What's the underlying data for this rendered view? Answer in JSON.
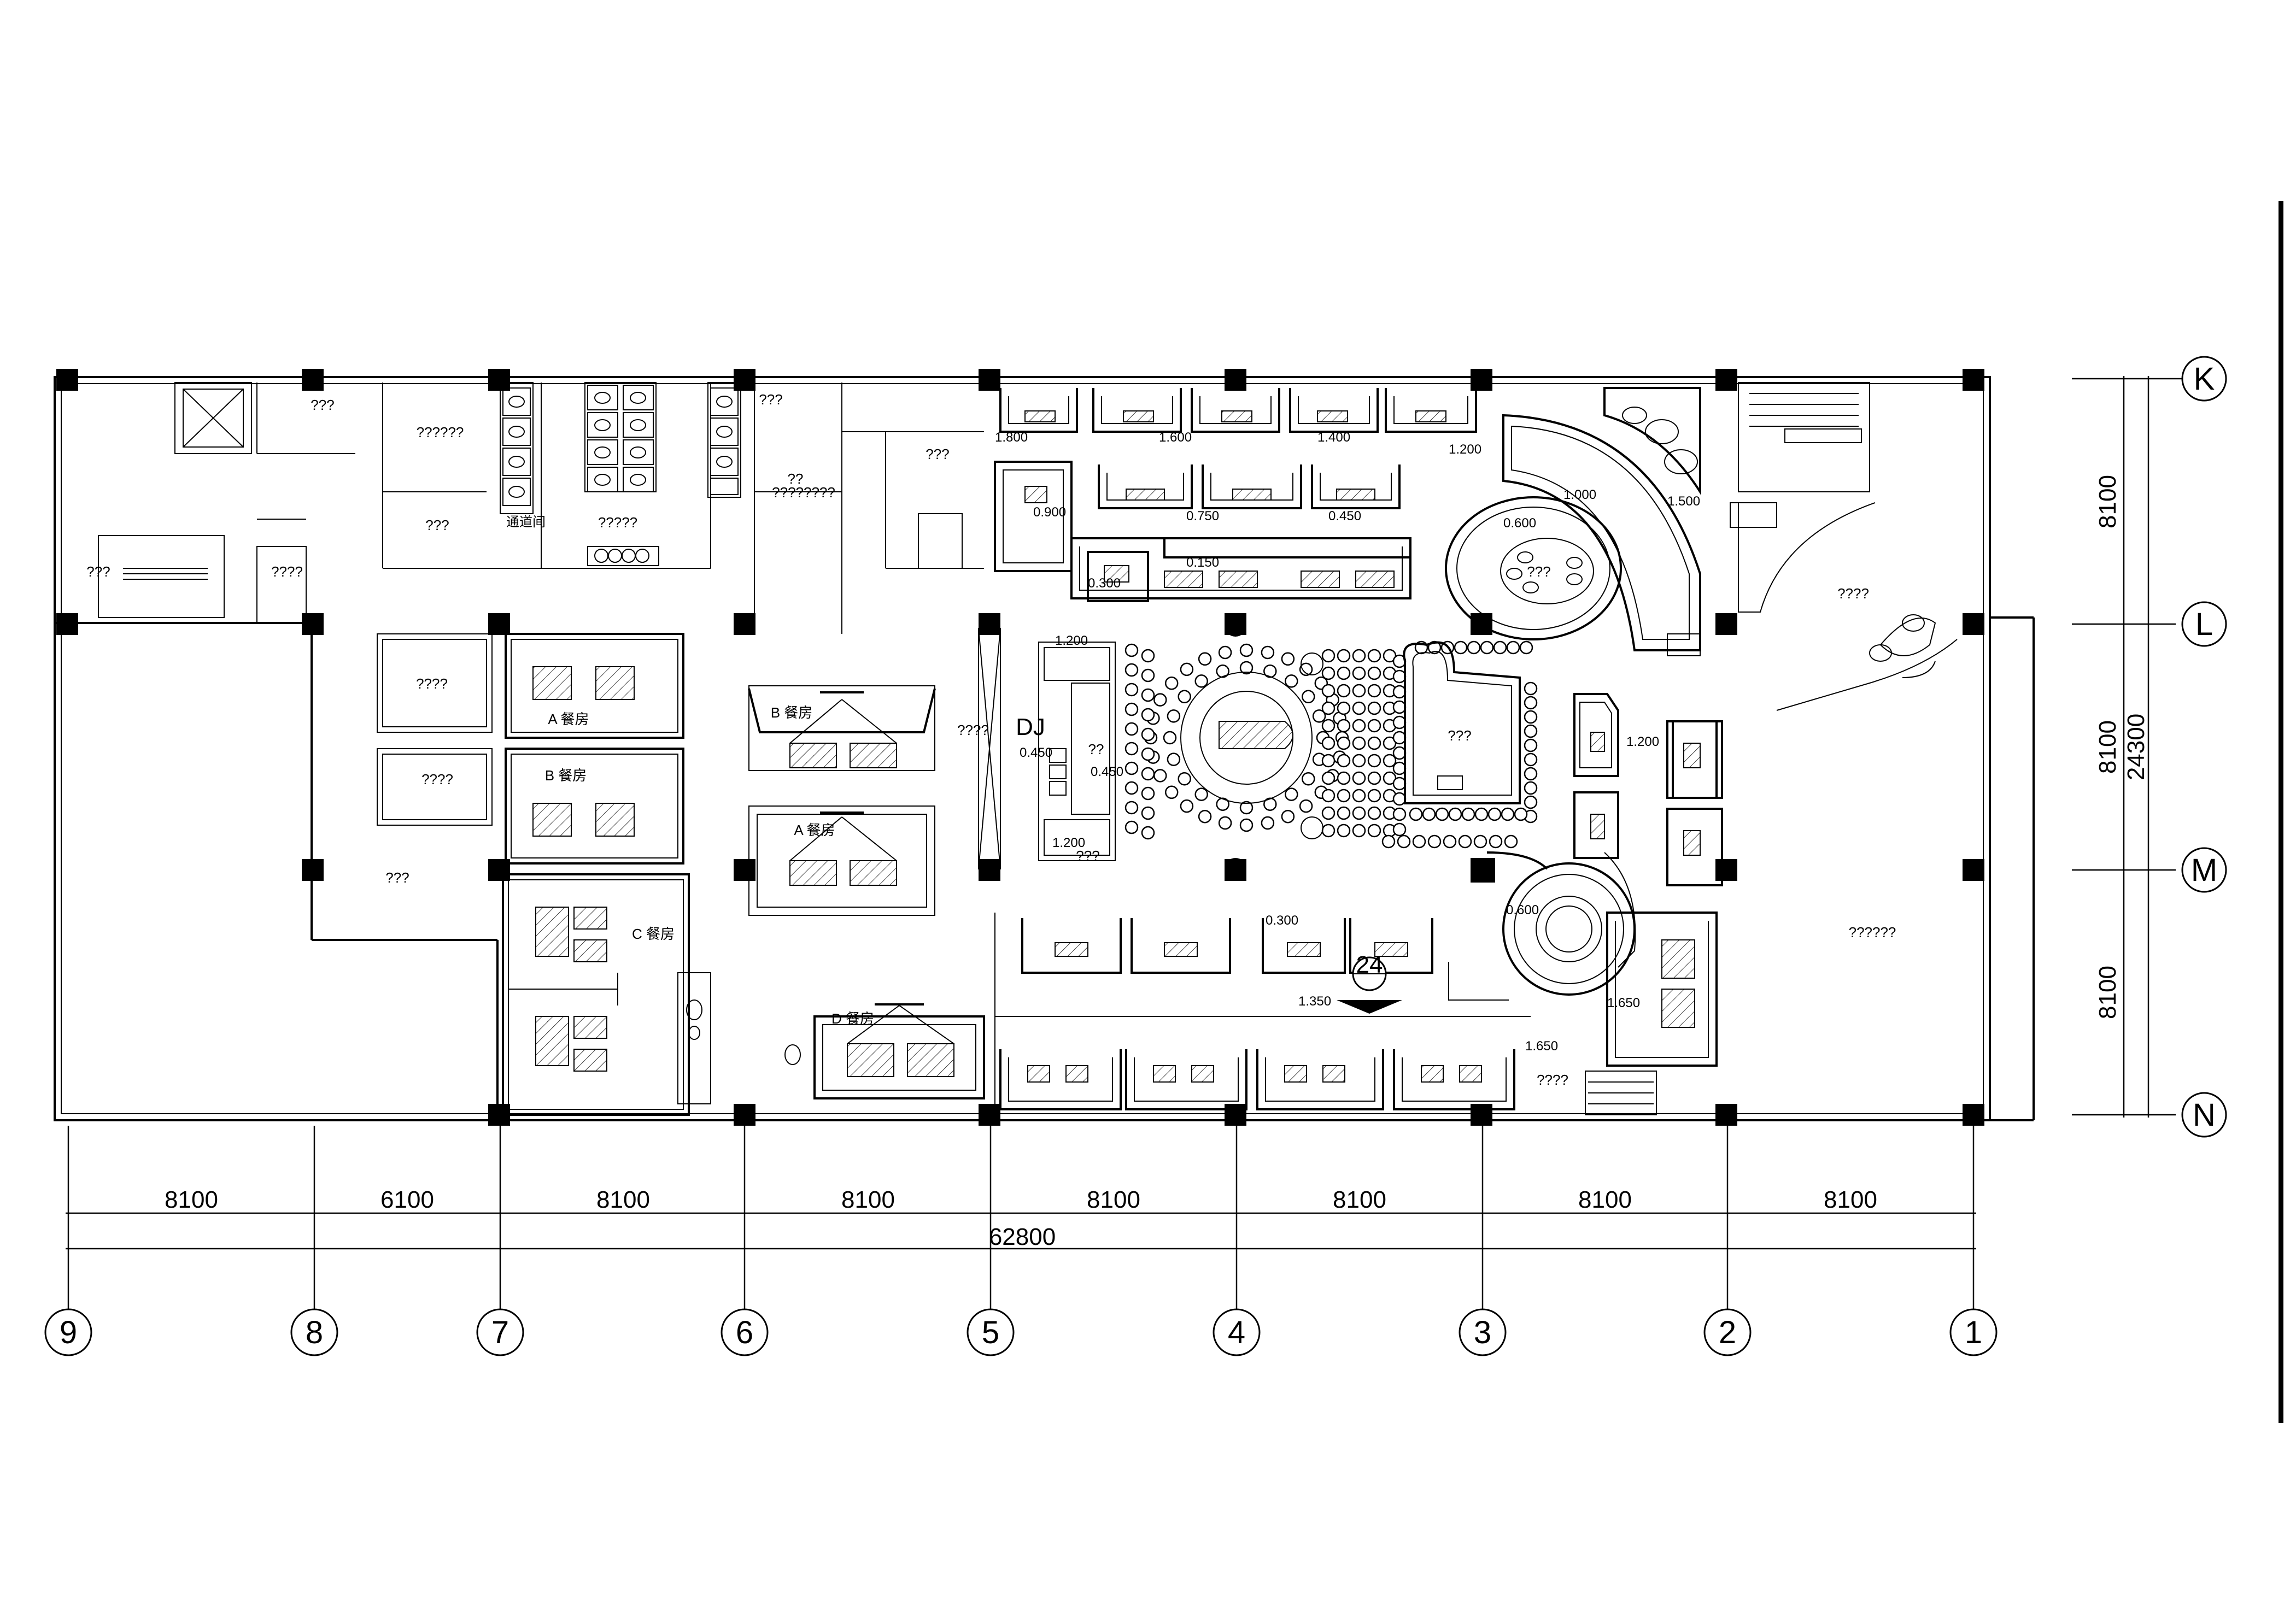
{
  "dimensions": {
    "bottom_spans": [
      "8100",
      "6100",
      "8100",
      "8100",
      "8100",
      "8100",
      "8100",
      "8100"
    ],
    "bottom_total": "62800",
    "right_spans": [
      "8100",
      "8100",
      "8100"
    ],
    "right_total": "24300"
  },
  "grid": {
    "columns": [
      "9",
      "8",
      "7",
      "6",
      "5",
      "4",
      "3",
      "2",
      "1"
    ],
    "rows": [
      "K",
      "L",
      "M",
      "N"
    ]
  },
  "rooms": [
    "???",
    "??????",
    "???",
    "?????",
    "???",
    "????",
    "???",
    "????????",
    "???",
    "??",
    "????",
    "????",
    "????",
    "????",
    "???",
    "???",
    "???",
    "??????",
    "????",
    "??",
    "???"
  ],
  "room_labels": {
    "a1": "A 餐房",
    "b1": "B 餐房",
    "b2": "B 餐房",
    "a2": "A 餐房",
    "c": "C 餐房",
    "d": "D 餐房",
    "dj": "DJ",
    "washroom": "通道间"
  },
  "levels": [
    "1.800",
    "1.600",
    "1.400",
    "1.200",
    "0.900",
    "0.750",
    "0.450",
    "0.150",
    "0.300",
    "0.600",
    "1.000",
    "1.500",
    "1.200",
    "0.450",
    "0.450",
    "1.200",
    "1.200",
    "0.300",
    "1.350",
    "0.600",
    "1.650",
    "1.650"
  ],
  "section_marker": "24",
  "colors": {
    "line": "#000000",
    "background": "#ffffff"
  }
}
